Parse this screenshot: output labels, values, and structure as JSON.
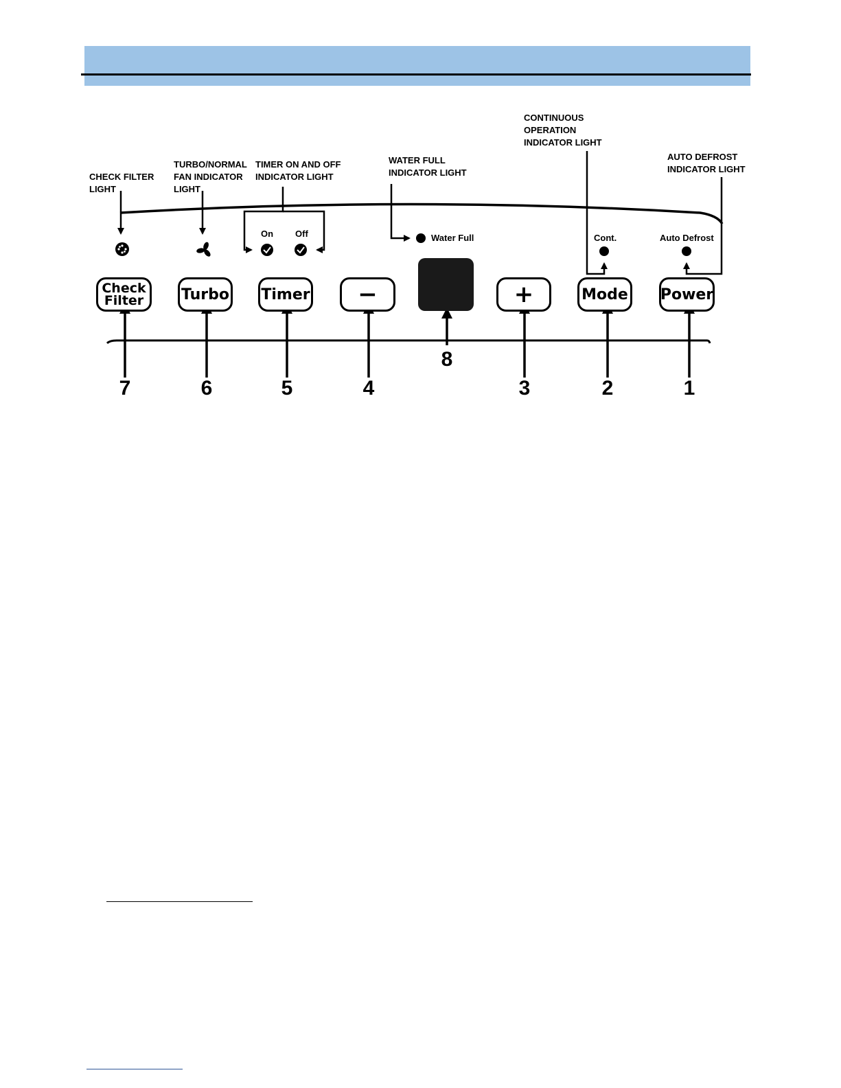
{
  "colors": {
    "header_band": "#9dc3e6",
    "display": "#1a1a1a",
    "footer_rule": "#2f5597"
  },
  "callouts": {
    "check_filter_light": "CHECK FILTER\nLIGHT",
    "fan_indicator_light": "TURBO/NORMAL\nFAN INDICATOR\nLIGHT",
    "timer_indicator_light": "TIMER ON AND OFF\nINDICATOR LIGHT",
    "water_full_indicator_light": "WATER FULL\nINDICATOR LIGHT",
    "continuous_operation_indicator_light": "CONTINUOUS\nOPERATION\nINDICATOR LIGHT",
    "auto_defrost_indicator_light": "AUTO DEFROST\nINDICATOR LIGHT"
  },
  "panel": {
    "timer_on": "On",
    "timer_off": "Off",
    "water_full": "Water Full",
    "cont": "Cont.",
    "auto_defrost": "Auto Defrost"
  },
  "buttons": {
    "check_filter": "Check\nFilter",
    "turbo": "Turbo",
    "timer": "Timer",
    "minus": "−",
    "plus": "+",
    "mode": "Mode",
    "power": "Power"
  },
  "numbers": {
    "check_filter": "7",
    "turbo": "6",
    "timer": "5",
    "minus": "4",
    "display": "8",
    "plus": "3",
    "mode": "2",
    "power": "1"
  },
  "icons": {
    "check_filter_light": "filter-dots-icon",
    "fan_light": "fan-icon",
    "timer_on_light": "clock-icon",
    "timer_off_light": "clock-icon",
    "water_full_light": "indicator-dot",
    "cont_light": "indicator-dot",
    "auto_defrost_light": "indicator-dot"
  }
}
